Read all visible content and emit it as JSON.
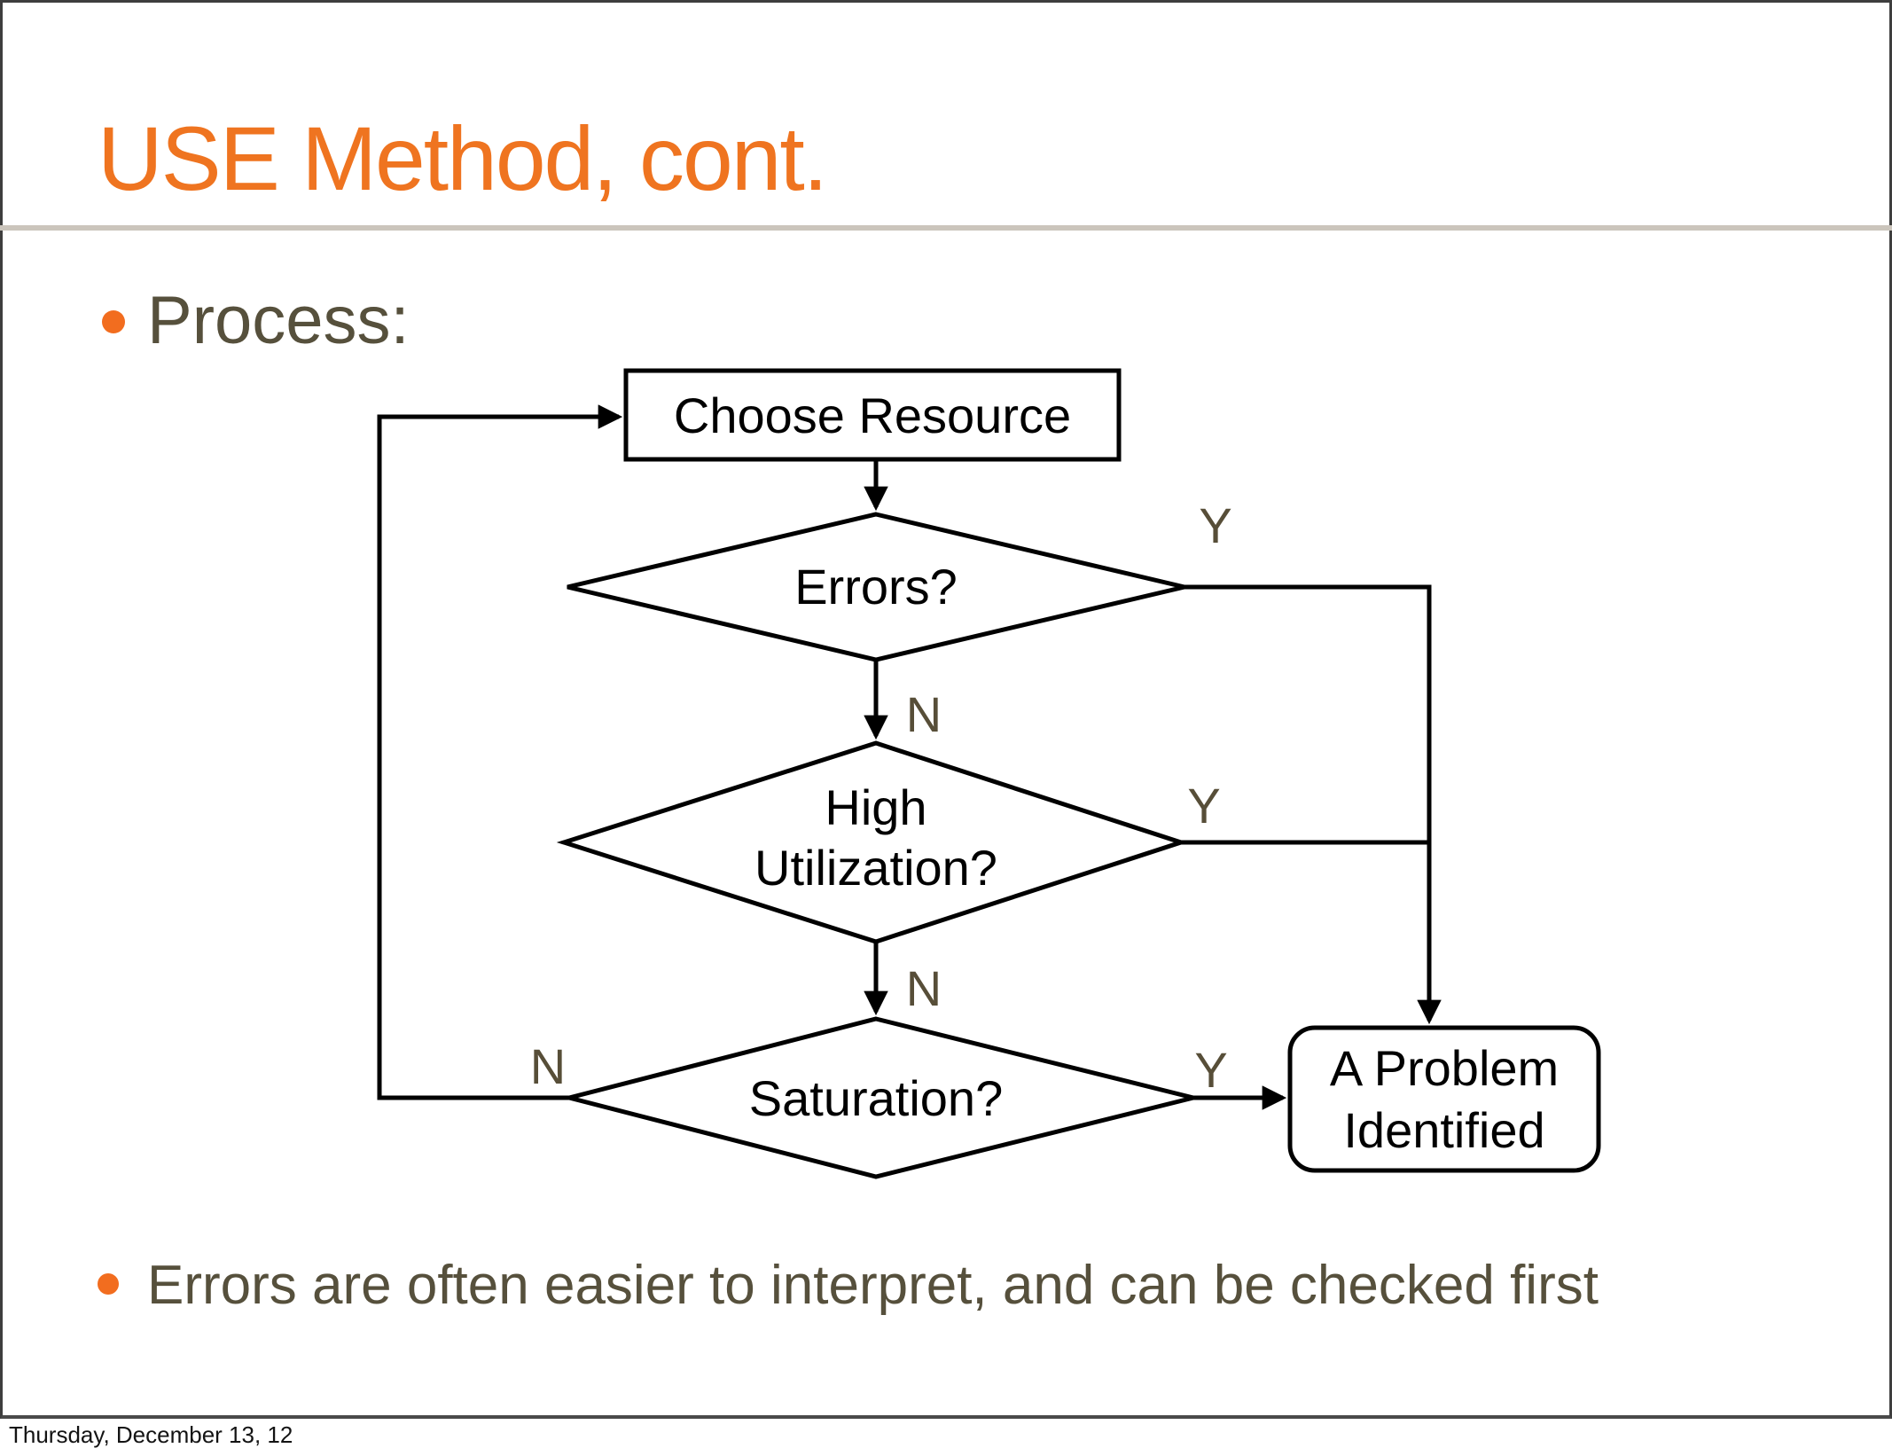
{
  "slide": {
    "title": "USE Method, cont.",
    "bullets": [
      "Process:",
      "Errors are often easier to interpret, and can be checked first"
    ],
    "footer": "Thursday, December 13, 12"
  },
  "flowchart": {
    "nodes": {
      "choose_resource": "Choose Resource",
      "errors": "Errors?",
      "high_utilization_line1": "High",
      "high_utilization_line2": "Utilization?",
      "saturation": "Saturation?",
      "problem_line1": "A Problem",
      "problem_line2": "Identified"
    },
    "labels": {
      "yes": "Y",
      "no": "N"
    }
  },
  "colors": {
    "title_orange": "#ef7420",
    "bullet_dot_orange": "#f26d1f",
    "body_text": "#56503c",
    "yn_label": "#574e38",
    "divider_gray": "#cbc5bc",
    "frame_border": "#3e3e3e",
    "line_black": "#000000"
  }
}
